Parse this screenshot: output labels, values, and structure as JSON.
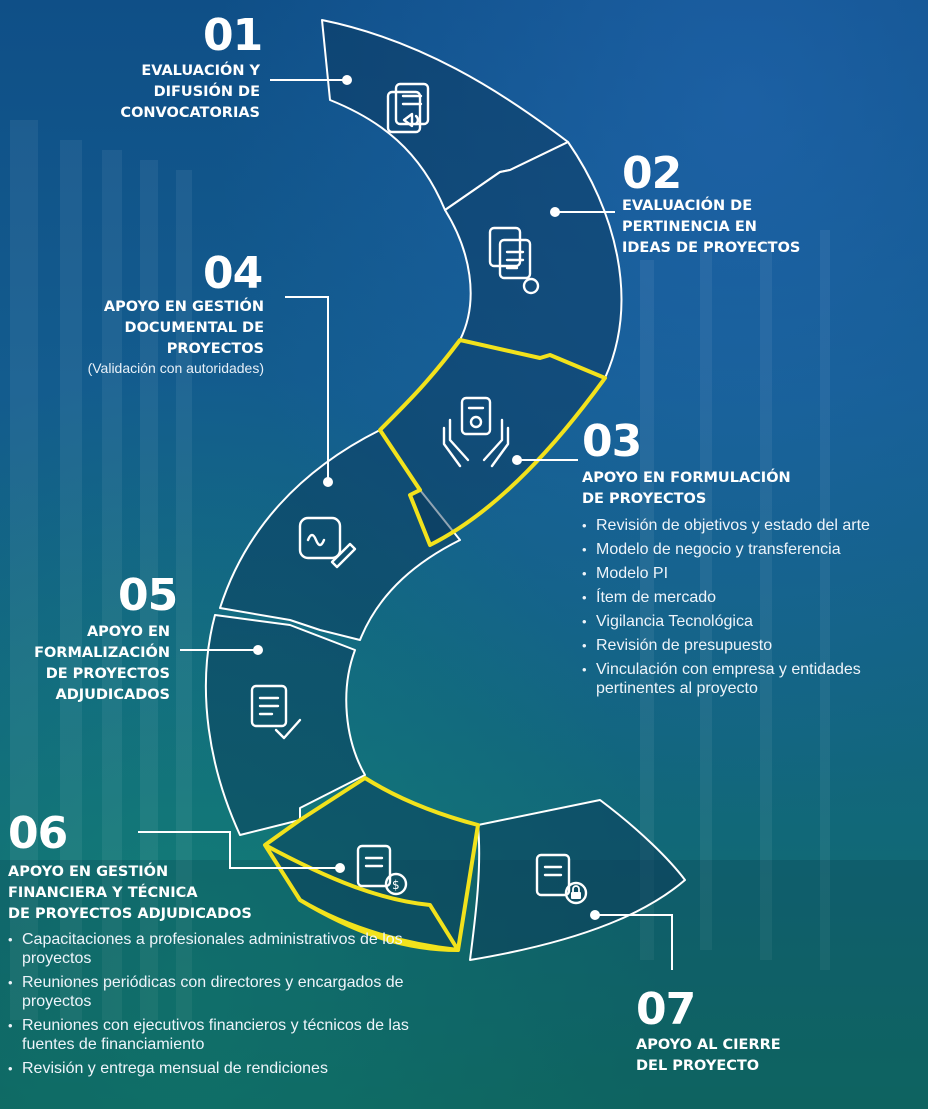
{
  "steps": [
    {
      "num": "01",
      "title": [
        "EVALUACIÓN Y",
        "DIFUSIÓN DE",
        "CONVOCATORIAS"
      ],
      "icon": "document-megaphone-icon"
    },
    {
      "num": "02",
      "title": [
        "EVALUACIÓN DE",
        "PERTINENCIA EN",
        "IDEAS DE PROYECTOS"
      ],
      "icon": "document-lightbulb-icon"
    },
    {
      "num": "03",
      "title": [
        "APOYO EN FORMULACIÓN",
        "DE PROYECTOS"
      ],
      "icon": "hands-document-idea-icon",
      "bullets": [
        "Revisión de objetivos y estado del arte",
        "Modelo de negocio y transferencia",
        "Modelo PI",
        "Ítem de mercado",
        "Vigilancia Tecnológica",
        "Revisión de presupuesto",
        "Vinculación con empresa y entidades pertinentes al proyecto"
      ]
    },
    {
      "num": "04",
      "title": [
        "APOYO EN GESTIÓN",
        "DOCUMENTAL DE",
        "PROYECTOS"
      ],
      "subtitle": "(Validación con autoridades)",
      "icon": "signature-pen-icon"
    },
    {
      "num": "05",
      "title": [
        "APOYO EN",
        "FORMALIZACIÓN",
        "DE PROYECTOS",
        "ADJUDICADOS"
      ],
      "icon": "document-check-icon"
    },
    {
      "num": "06",
      "title": [
        "APOYO EN GESTIÓN",
        "FINANCIERA Y TÉCNICA",
        "DE PROYECTOS ADJUDICADOS"
      ],
      "icon": "document-dollar-icon",
      "bullets": [
        "Capacitaciones a profesionales administrativos de los proyectos",
        "Reuniones periódicas con directores y encargados de proyectos",
        "Reuniones con ejecutivos financieros y técnicos de las fuentes de financiamiento",
        "Revisión y entrega mensual de rendiciones"
      ]
    },
    {
      "num": "07",
      "title": [
        "APOYO AL CIERRE",
        "DEL PROYECTO"
      ],
      "icon": "document-lock-icon"
    }
  ],
  "colors": {
    "highlight": "#f2e21c",
    "outline": "#ffffff",
    "segment_fill": "#0b3556"
  }
}
